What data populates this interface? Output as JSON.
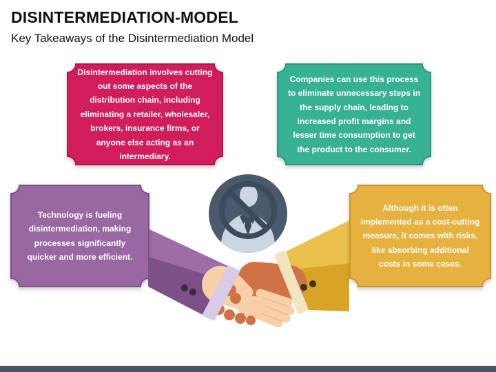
{
  "header": {
    "title": "DISINTERMEDIATION-MODEL",
    "subtitle": "Key Takeaways of the Disintermediation Model"
  },
  "boxes": [
    {
      "name": "takeaway-definition",
      "fill": "#d11d5d",
      "border": "#b0174c",
      "text": "Disintermediation involves cutting out some aspects of the distribution chain, including eliminating a retailer, wholesaler, brokers, insurance firms, or anyone else acting as an intermediary."
    },
    {
      "name": "takeaway-supply-chain",
      "fill": "#37b193",
      "border": "#2b957b",
      "text": "Companies can use this process to eliminate unnecessary steps in the supply chain, leading to increased profit margins and lesser time consumption to get the product to the consumer."
    },
    {
      "name": "takeaway-technology",
      "fill": "#9967a2",
      "border": "#7d5186",
      "text": "Technology is fueling disintermediation, making processes significantly quicker and more efficient."
    },
    {
      "name": "takeaway-risks",
      "fill": "#e6b13e",
      "border": "#cc9526",
      "text": "Although it is often implemented as a cost-cutting measure, it comes with risks, like absorbing additional costs in some cases."
    }
  ],
  "icon": {
    "label": "no-middleman",
    "circle": "#4a5a6c",
    "silhouette": "#ccd6e2",
    "prohibition": "#3b4a5c"
  },
  "illustration": {
    "label": "handshake",
    "left_sleeve": "#9e6da8",
    "left_sleeve_dark": "#7d5089",
    "left_cuff": "#d9cbe6",
    "left_skin": "#f7d0a8",
    "left_skin_shade": "#e9b88e",
    "right_sleeve": "#ecc04c",
    "right_sleeve_dark": "#d9a425",
    "right_cuff": "#f2e4c0",
    "right_skin": "#cf7347",
    "button_left": "#3a2a3e",
    "button_right": "#3a3426"
  },
  "footer": {
    "bar_color": "#475569"
  }
}
